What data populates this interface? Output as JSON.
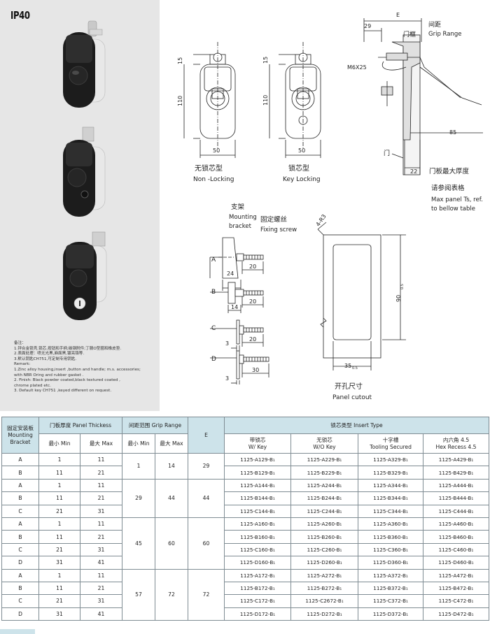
{
  "badge": "IP40",
  "figure": {
    "dims": {
      "d15": "15",
      "d110": "110",
      "d50": "50",
      "d29": "29",
      "dE": "E",
      "d85": "85",
      "d22": "22",
      "d24": "24",
      "d20": "20",
      "d14": "14",
      "d3": "3",
      "d30": "30",
      "r3": "4-R3",
      "d90": "90",
      "tol90": "0.5",
      "d35": "35",
      "tol35": "0.5",
      "m6": "M6X25"
    },
    "labels": {
      "non_locking_cn": "无锁芯型",
      "non_locking_en": "Non -Locking",
      "key_locking_cn": "锁芯型",
      "key_locking_en": "Key Locking",
      "grip_cn": "间距",
      "grip_en": "Grip Range",
      "frame_cn": "门框",
      "door_cn": "门",
      "max_thick_cn": "门板最大厚度",
      "ref_cn": "请参阅表格",
      "ref_en1": "Max panel Ts, ref.",
      "ref_en2": "to bellow table",
      "bracket_cn": "支架",
      "bracket_en1": "Mounting",
      "bracket_en2": "bracket",
      "screw_cn": "固定螺丝",
      "screw_en": "Fixing screw",
      "A": "A",
      "B": "B",
      "C": "C",
      "D": "D",
      "cutout_cn": "开孔尺寸",
      "cutout_en": "Panel cutout"
    }
  },
  "notes": [
    "备注：",
    "1.锌合金锁壳,锁芯,按钮和手柄;碳钢附件;丁腈O型圈和橡皮垫.",
    "2.表面处理：喷无光黑,麻面黑,镀亮铬等.",
    "3.默认钥匙CH751,可定制专用钥匙.",
    "Remark:",
    "1.Zinc alloy housing,insert ,button and handle; m.s. accessories;",
    "with NBR Oring and rubber gasket .",
    "2. Finish: Black powder coated,black textured coated ,",
    "chrome plated etc.",
    "3. Default key CH751 ,keyed different on request."
  ],
  "table": {
    "headers": {
      "bracket": "固定安装板 Mounting Bracket",
      "panel": "门板厚度 Panel Thickess",
      "grip": "间距范围 Grip Range",
      "e": "E",
      "insert": "锁芯类型 Insert Type"
    },
    "sub": {
      "min": "最小 Min",
      "max": "最大 Max",
      "w_key_cn": "带锁芯",
      "w_key_en": "W/ Key",
      "wo_key_cn": "无锁芯",
      "wo_key_en": "W/O Key",
      "tool_cn": "十字槽",
      "tool_en": "Tooling Secured",
      "hex_cn": "内六角 4.5",
      "hex_en": "Hex Recess 4.5"
    },
    "groups": [
      {
        "grip_min": "1",
        "grip_max": "14",
        "e": "29",
        "rows": [
          {
            "bracket": "A",
            "pmin": "1",
            "pmax": "11",
            "wkey": "1125-A129-B₁",
            "wokey": "1125-A229-B₁",
            "tool": "1125-A329-B₁",
            "hex": "1125-A429-B₁"
          },
          {
            "bracket": "B",
            "pmin": "11",
            "pmax": "21",
            "wkey": "1125-B129-B₁",
            "wokey": "1125-B229-B₁",
            "tool": "1125-B329-B₁",
            "hex": "1125-B429-B₁"
          }
        ]
      },
      {
        "grip_min": "29",
        "grip_max": "44",
        "e": "44",
        "rows": [
          {
            "bracket": "A",
            "pmin": "1",
            "pmax": "11",
            "wkey": "1125-A144-B₁",
            "wokey": "1125-A244-B₁",
            "tool": "1125-A344-B₁",
            "hex": "1125-A444-B₁"
          },
          {
            "bracket": "B",
            "pmin": "11",
            "pmax": "21",
            "wkey": "1125-B144-B₁",
            "wokey": "1125-B244-B₁",
            "tool": "1125-B344-B₁",
            "hex": "1125-B444-B₁"
          },
          {
            "bracket": "C",
            "pmin": "21",
            "pmax": "31",
            "wkey": "1125-C144-B₁",
            "wokey": "1125-C244-B₁",
            "tool": "1125-C344-B₁",
            "hex": "1125-C444-B₁"
          }
        ]
      },
      {
        "grip_min": "45",
        "grip_max": "60",
        "e": "60",
        "rows": [
          {
            "bracket": "A",
            "pmin": "1",
            "pmax": "11",
            "wkey": "1125-A160-B₁",
            "wokey": "1125-A260-B₁",
            "tool": "1125-A360-B₁",
            "hex": "1125-A460-B₁"
          },
          {
            "bracket": "B",
            "pmin": "11",
            "pmax": "21",
            "wkey": "1125-B160-B₁",
            "wokey": "1125-B260-B₁",
            "tool": "1125-B360-B₁",
            "hex": "1125-B460-B₁"
          },
          {
            "bracket": "C",
            "pmin": "21",
            "pmax": "31",
            "wkey": "1125-C160-B₁",
            "wokey": "1125-C260-B₁",
            "tool": "1125-C360-B₁",
            "hex": "1125-C460-B₁"
          },
          {
            "bracket": "D",
            "pmin": "31",
            "pmax": "41",
            "wkey": "1125-D160-B₁",
            "wokey": "1125-D260-B₁",
            "tool": "1125-D360-B₁",
            "hex": "1125-D460-B₁"
          }
        ]
      },
      {
        "grip_min": "57",
        "grip_max": "72",
        "e": "72",
        "rows": [
          {
            "bracket": "A",
            "pmin": "1",
            "pmax": "11",
            "wkey": "1125-A172-B₁",
            "wokey": "1125-A272-B₁",
            "tool": "1125-A372-B₁",
            "hex": "1125-A472-B₁"
          },
          {
            "bracket": "B",
            "pmin": "11",
            "pmax": "21",
            "wkey": "1125-B172-B₁",
            "wokey": "1125-B272-B₁",
            "tool": "1125-B372-B₁",
            "hex": "1125-B472-B₁"
          },
          {
            "bracket": "C",
            "pmin": "21",
            "pmax": "31",
            "wkey": "1125-C172-B₁",
            "wokey": "1125-C2672-B₁",
            "tool": "1125-C372-B₁",
            "hex": "1125-C472-B₁"
          },
          {
            "bracket": "D",
            "pmin": "31",
            "pmax": "41",
            "wkey": "1125-D172-B₁",
            "wokey": "1125-D272-B₁",
            "tool": "1125-D372-B₁",
            "hex": "1125-D472-B₁"
          }
        ]
      }
    ]
  }
}
